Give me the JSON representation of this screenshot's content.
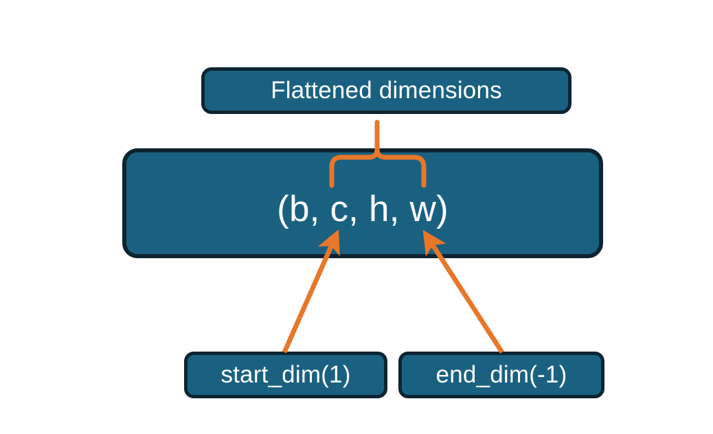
{
  "diagram": {
    "title_text": "Flattened dimensions",
    "background_color": "#ffffff",
    "nodes": [
      {
        "id": "flattened",
        "label": "Flattened dimensions",
        "fill": "#1a6181",
        "stroke": "#0d2430",
        "text_color": "#ffffff"
      },
      {
        "id": "shape",
        "label": "(b, c, h, w)",
        "fill": "#1a6181",
        "stroke": "#0d2430",
        "text_color": "#ffffff"
      },
      {
        "id": "start_dim",
        "label": "start_dim(1)",
        "fill": "#1a6181",
        "stroke": "#0d2430",
        "text_color": "#ffffff"
      },
      {
        "id": "end_dim",
        "label": "end_dim(-1)",
        "fill": "#1a6181",
        "stroke": "#0d2430",
        "text_color": "#ffffff"
      }
    ],
    "connectors": [
      {
        "id": "brace",
        "kind": "curly-brace",
        "color": "#e8772a",
        "from": "shape",
        "to": "flattened",
        "spans_tokens": "c, h, w"
      },
      {
        "id": "arrow-start-dim",
        "kind": "arrow",
        "color": "#e8772a",
        "from": "start_dim",
        "to": "shape",
        "points_at_token": "c"
      },
      {
        "id": "arrow-end-dim",
        "kind": "arrow",
        "color": "#e8772a",
        "from": "end_dim",
        "to": "shape",
        "points_at_token": "w"
      }
    ],
    "palette": {
      "node_fill": "#1a6181",
      "node_border": "#0d2430",
      "accent_orange": "#e8772a",
      "node_text": "#ffffff",
      "background": "#ffffff"
    }
  }
}
